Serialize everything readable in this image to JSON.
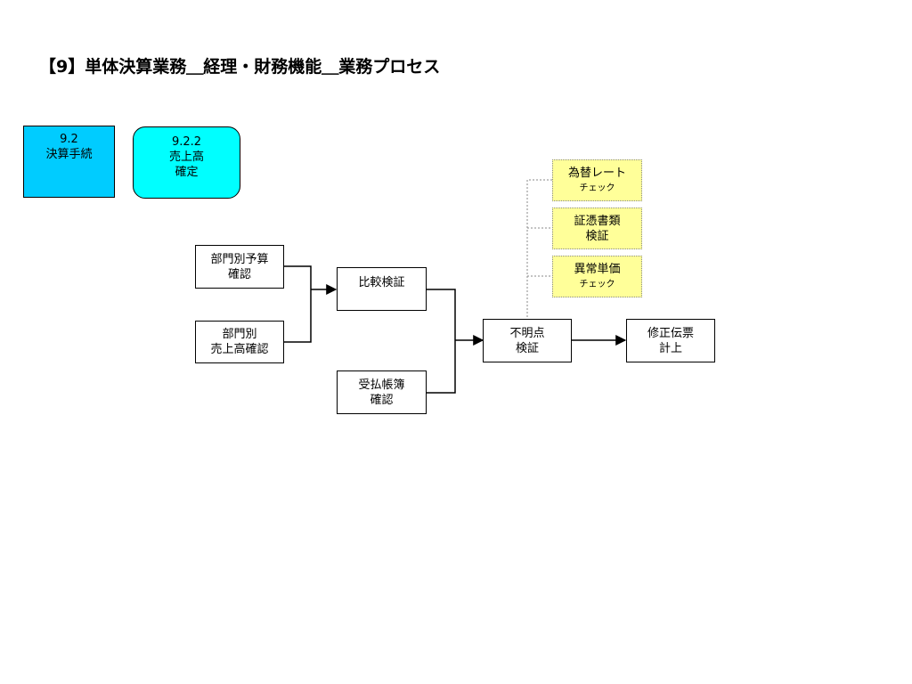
{
  "title": "【9】単体決算業務＿経理・財務機能＿業務プロセス",
  "header_boxes": [
    {
      "lines": [
        "9.2",
        "決算手続"
      ]
    },
    {
      "lines": [
        "9.2.2",
        "売上高",
        "確定"
      ]
    }
  ],
  "process_boxes": {
    "budget": {
      "lines": [
        "部門別予算",
        "確認"
      ]
    },
    "sales": {
      "lines": [
        "部門別",
        "売上高確認"
      ]
    },
    "compare": {
      "lines": [
        "比較検証"
      ]
    },
    "ledger": {
      "lines": [
        "受払帳簿",
        "確認"
      ]
    },
    "unknown": {
      "lines": [
        "不明点",
        "検証"
      ]
    },
    "voucher": {
      "lines": [
        "修正伝票",
        "計上"
      ]
    }
  },
  "check_boxes": [
    {
      "lines": [
        "為替レート",
        "チェック"
      ]
    },
    {
      "lines": [
        "証憑書類",
        "検証"
      ]
    },
    {
      "lines": [
        "異常単価",
        "チェック"
      ]
    }
  ],
  "colors": {
    "header_square": "#00ccff",
    "header_rounded": "#00ffff",
    "check_fill": "#ffff99",
    "line": "#000000",
    "dotted_line": "#8a8a8a"
  }
}
